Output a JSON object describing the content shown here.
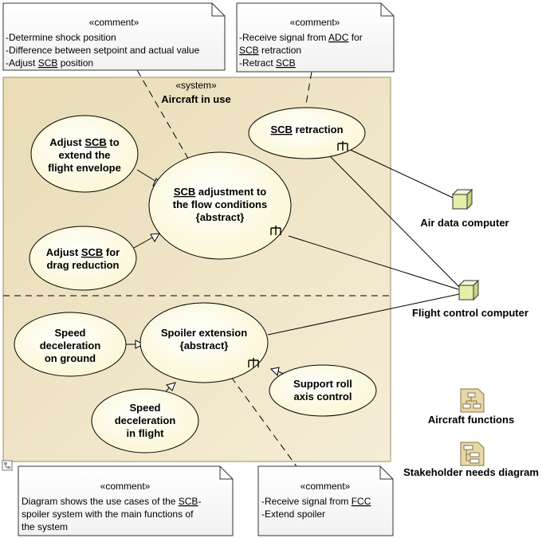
{
  "colors": {
    "system_fill": "#efe3c2",
    "system_stroke": "#9a8f6e",
    "usecase_fill": "#ffffe9",
    "usecase_stroke": "#000000",
    "note_fill": "#fbfbfb",
    "actor_fill": "#e9f0b0",
    "line": "#000000"
  },
  "system": {
    "stereotype": "«system»",
    "name": "Aircraft in use"
  },
  "comments": [
    {
      "stereotype": "«comment»",
      "lines": [
        "-Determine shock position",
        "-Difference between setpoint and actual value",
        "-Adjust SCB position"
      ]
    },
    {
      "stereotype": "«comment»",
      "lines": [
        "-Receive signal from ADC for",
        "SCB retraction",
        "-Retract SCB"
      ]
    },
    {
      "stereotype": "«comment»",
      "lines": [
        "Diagram shows the use cases of the SCB-",
        "spoiler system with the main functions of",
        "the system"
      ]
    },
    {
      "stereotype": "«comment»",
      "lines": [
        "-Receive signal from FCC",
        "-Extend spoiler"
      ]
    }
  ],
  "use_cases": [
    {
      "id": "uc1",
      "lines": [
        "Adjust SCB to",
        "extend the",
        "flight envelope"
      ]
    },
    {
      "id": "uc2",
      "lines": [
        "SCB adjustment to",
        "the flow conditions",
        "{abstract}"
      ]
    },
    {
      "id": "uc3",
      "lines": [
        "Adjust SCB for",
        "drag reduction"
      ]
    },
    {
      "id": "uc4",
      "lines": [
        "SCB retraction"
      ]
    },
    {
      "id": "uc5",
      "lines": [
        "Speed",
        "deceleration",
        "on ground"
      ]
    },
    {
      "id": "uc6",
      "lines": [
        "Spoiler extension",
        "{abstract}"
      ]
    },
    {
      "id": "uc7",
      "lines": [
        "Speed",
        "deceleration",
        "in flight"
      ]
    },
    {
      "id": "uc8",
      "lines": [
        "Support roll",
        "axis control"
      ]
    }
  ],
  "actors": [
    {
      "id": "adc",
      "label": "Air data computer"
    },
    {
      "id": "fcc",
      "label": "Flight control computer"
    }
  ],
  "diagram_links": [
    {
      "id": "af",
      "label": "Aircraft functions",
      "icon": "class-diagram-icon"
    },
    {
      "id": "snd",
      "label": "Stakeholder needs diagram",
      "icon": "requirements-diagram-icon"
    }
  ]
}
